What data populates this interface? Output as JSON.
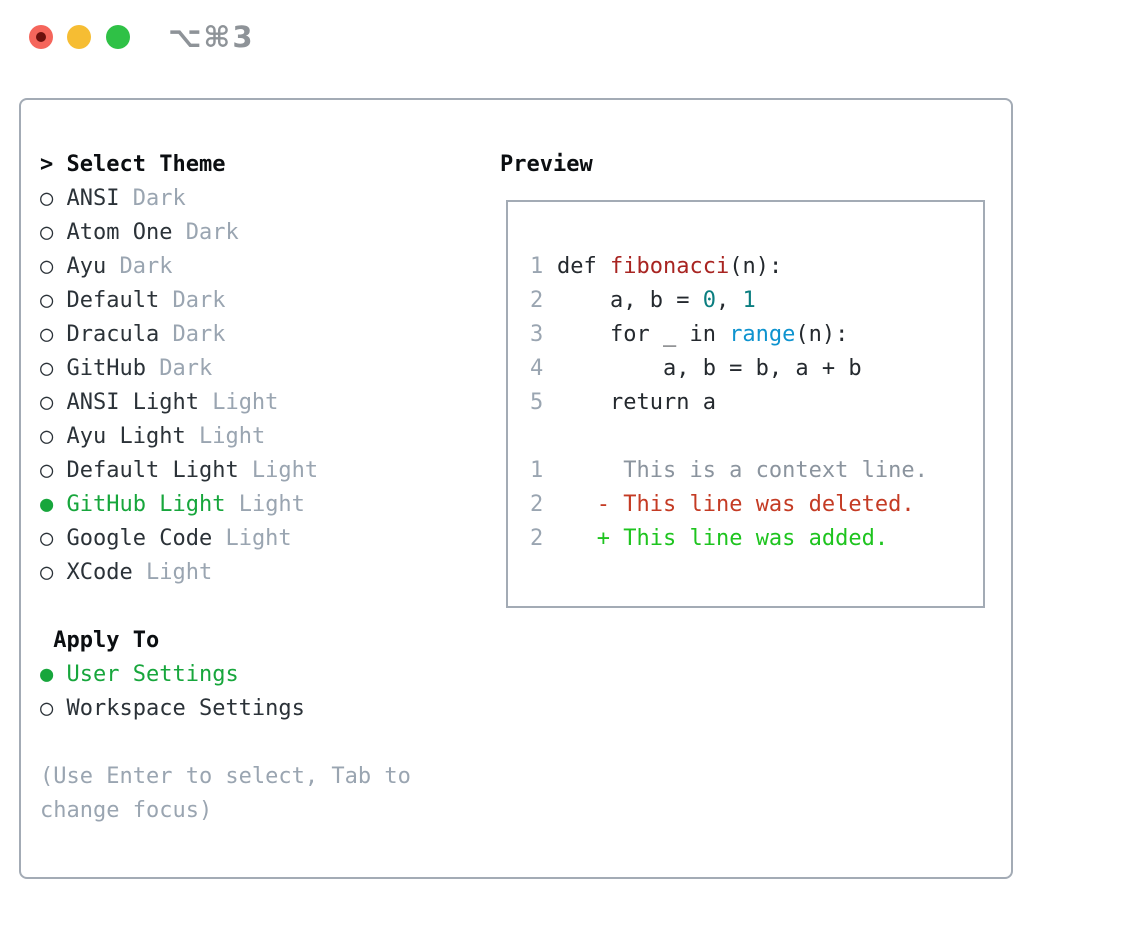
{
  "titlebar": {
    "shortcut": "⌥⌘3"
  },
  "colors": {
    "accent-green": "#17a63c",
    "added-green": "#1ec41f",
    "deleted-red": "#c43b24",
    "function-red": "#a82421",
    "number-teal": "#0b7e80",
    "builtin-blue": "#0e93cf",
    "muted": "#9aa5b1",
    "context-gray": "#8b949e",
    "text-dark": "#24292e",
    "border-gray": "#a3abb5",
    "traffic-red": "#f5655b",
    "traffic-yellow": "#f6bd33",
    "traffic-green": "#2fc146"
  },
  "theme_panel": {
    "header_prefix": ">",
    "header": "Select Theme",
    "radio_unselected": "○",
    "radio_selected": "●",
    "items": [
      {
        "name": "ANSI",
        "variant": "Dark",
        "selected": false
      },
      {
        "name": "Atom One",
        "variant": "Dark",
        "selected": false
      },
      {
        "name": "Ayu",
        "variant": "Dark",
        "selected": false
      },
      {
        "name": "Default",
        "variant": "Dark",
        "selected": false
      },
      {
        "name": "Dracula",
        "variant": "Dark",
        "selected": false
      },
      {
        "name": "GitHub",
        "variant": "Dark",
        "selected": false
      },
      {
        "name": "ANSI Light",
        "variant": "Light",
        "selected": false
      },
      {
        "name": "Ayu Light",
        "variant": "Light",
        "selected": false
      },
      {
        "name": "Default Light",
        "variant": "Light",
        "selected": false
      },
      {
        "name": "GitHub Light",
        "variant": "Light",
        "selected": true
      },
      {
        "name": "Google Code",
        "variant": "Light",
        "selected": false
      },
      {
        "name": "XCode",
        "variant": "Light",
        "selected": false
      }
    ],
    "apply_header": "Apply To",
    "apply_items": [
      {
        "name": "User Settings",
        "selected": true
      },
      {
        "name": "Workspace Settings",
        "selected": false
      }
    ],
    "help_lines": [
      "(Use Enter to select, Tab to",
      "change focus)"
    ]
  },
  "preview_panel": {
    "header": "Preview",
    "code_lines": [
      {
        "num": "1",
        "segments": [
          {
            "t": "def ",
            "c": "code"
          },
          {
            "t": "fibonacci",
            "c": "function"
          },
          {
            "t": "(n):",
            "c": "code"
          }
        ]
      },
      {
        "num": "2",
        "segments": [
          {
            "t": "    a, b = ",
            "c": "code"
          },
          {
            "t": "0",
            "c": "number"
          },
          {
            "t": ", ",
            "c": "code"
          },
          {
            "t": "1",
            "c": "number"
          }
        ]
      },
      {
        "num": "3",
        "segments": [
          {
            "t": "    for _ in ",
            "c": "code"
          },
          {
            "t": "range",
            "c": "builtin"
          },
          {
            "t": "(n):",
            "c": "code"
          }
        ]
      },
      {
        "num": "4",
        "segments": [
          {
            "t": "        a, b = b, a + b",
            "c": "code"
          }
        ]
      },
      {
        "num": "5",
        "segments": [
          {
            "t": "    return a",
            "c": "code"
          }
        ]
      },
      {
        "num": "",
        "segments": []
      },
      {
        "num": "1",
        "segments": [
          {
            "t": "     This is a context line.",
            "c": "context"
          }
        ]
      },
      {
        "num": "2",
        "segments": [
          {
            "t": "   ",
            "c": "code"
          },
          {
            "t": "- This line was deleted.",
            "c": "deleted"
          }
        ]
      },
      {
        "num": "2",
        "segments": [
          {
            "t": "   ",
            "c": "code"
          },
          {
            "t": "+ This line was added.",
            "c": "added"
          }
        ]
      }
    ]
  }
}
